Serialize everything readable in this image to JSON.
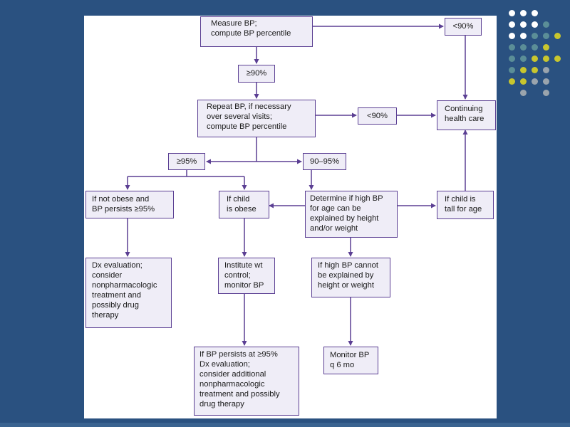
{
  "flowchart": {
    "measure": "Measure BP;\ncompute BP percentile",
    "lt90_top": "<90%",
    "ge90": "≥90%",
    "repeat": "Repeat BP, if necessary\nover several visits;\ncompute BP percentile",
    "lt90_mid": "<90%",
    "continuing": "Continuing\nhealth care",
    "ge95": "≥95%",
    "range90_95": "90–95%",
    "not_obese": "If not obese and\nBP persists ≥95%",
    "obese": "If child\nis obese",
    "determine": "Determine if high BP\nfor age can be\nexplained by height\nand/or weight",
    "tall": "If child is\ntall for age",
    "dx_eval": "Dx evaluation;\nconsider\nnonpharmacologic\ntreatment and\npossibly drug\ntherapy",
    "institute": "Institute wt\ncontrol;\nmonitor BP",
    "cannot_explain": "If high BP cannot\nbe explained by\nheight or weight",
    "persists": "If BP persists at ≥95%\nDx evaluation;\nconsider additional\nnonpharmacologic\ntreatment and possibly\ndrug therapy",
    "monitor": "Monitor BP\nq 6 mo"
  },
  "colors": {
    "background": "#2a5180",
    "box_fill": "#efedf7",
    "box_border": "#5b3f93",
    "dot_white": "#ffffff",
    "dot_teal": "#5b8e97",
    "dot_yellow": "#c8c62e",
    "dot_gray": "#9aa4ad"
  },
  "decoration_dots": [
    [
      "white",
      "white",
      "white",
      "",
      ""
    ],
    [
      "white",
      "white",
      "white",
      "teal",
      ""
    ],
    [
      "white",
      "white",
      "teal",
      "teal",
      "yellow"
    ],
    [
      "teal",
      "teal",
      "teal",
      "yellow",
      ""
    ],
    [
      "teal",
      "teal",
      "yellow",
      "yellow",
      "yellow"
    ],
    [
      "teal",
      "yellow",
      "yellow",
      "gray",
      ""
    ],
    [
      "yellow",
      "yellow",
      "gray",
      "gray",
      ""
    ],
    [
      "",
      "gray",
      "",
      "gray",
      ""
    ]
  ]
}
